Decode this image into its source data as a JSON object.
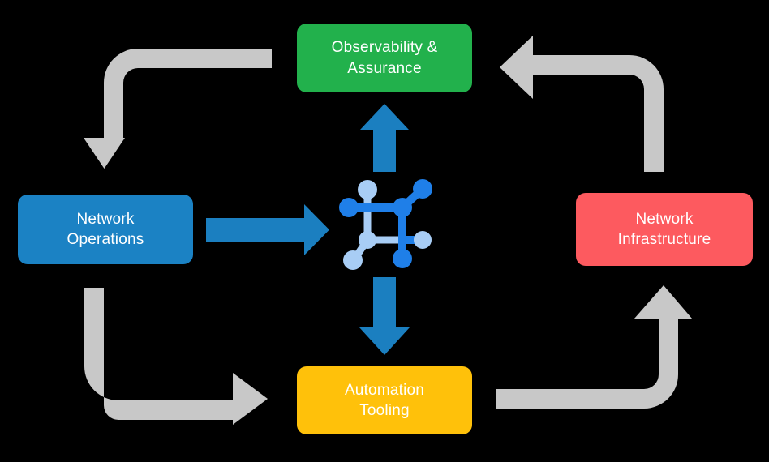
{
  "diagram": {
    "title": "Network automation lifecycle diagram",
    "background_color": "#000000",
    "nodes": [
      {
        "id": "observability",
        "label": "Observability &\nAssurance",
        "color": "#22b14c",
        "text_color": "#ffffff",
        "position": "top"
      },
      {
        "id": "operations",
        "label": "Network\nOperations",
        "color": "#1b82c4",
        "text_color": "#ffffff",
        "position": "left"
      },
      {
        "id": "infrastructure",
        "label": "Network\nInfrastructure",
        "color": "#fd5a5f",
        "text_color": "#ffffff",
        "position": "right"
      },
      {
        "id": "automation",
        "label": "Automation\nTooling",
        "color": "#ffc10a",
        "text_color": "#ffffff",
        "position": "bottom"
      }
    ],
    "center_icon": {
      "name": "network-topology-icon",
      "primary_color": "#1f7fe8",
      "secondary_color": "#a8cdf5"
    },
    "flow_arrows": [
      {
        "id": "operations-to-center",
        "name": "blue-arrow-right",
        "color": "#1b7fc0",
        "direction": "right"
      },
      {
        "id": "center-to-observability",
        "name": "blue-arrow-up",
        "color": "#1b7fc0",
        "direction": "up"
      },
      {
        "id": "center-to-automation",
        "name": "blue-arrow-down",
        "color": "#1b7fc0",
        "direction": "down"
      }
    ],
    "cycle_arrows": [
      {
        "id": "observability-to-operations",
        "name": "gray-elbow-arrow-top-left",
        "color": "#c8c8c8",
        "direction": "down"
      },
      {
        "id": "infrastructure-to-observability",
        "name": "gray-elbow-arrow-top-right",
        "color": "#c8c8c8",
        "direction": "left"
      },
      {
        "id": "operations-to-automation",
        "name": "gray-elbow-arrow-bottom-left",
        "color": "#c8c8c8",
        "direction": "right"
      },
      {
        "id": "automation-to-infrastructure",
        "name": "gray-elbow-arrow-bottom-right",
        "color": "#c8c8c8",
        "direction": "up"
      }
    ]
  }
}
